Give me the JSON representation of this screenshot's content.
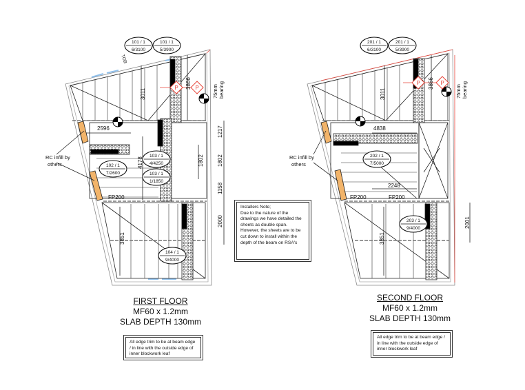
{
  "colors": {
    "line": "#222222",
    "orange": "#f2b46a",
    "red": "#e8453a",
    "blue": "#8fc0ec",
    "black": "#000000"
  },
  "first_floor": {
    "title": "FIRST FLOOR",
    "spec": "MF60 x 1.2mm",
    "slab": "SLAB DEPTH 130mm",
    "edge_note": "All edge trim to be at beam edge / in line with the outside edge of inner blockwork leaf",
    "callouts": [
      {
        "top": "101 / 1",
        "bottom": "6/3100"
      },
      {
        "top": "101 / 1",
        "bottom": "5/3900"
      },
      {
        "top": "102 / 1",
        "bottom": "7/2600"
      },
      {
        "top": "103 / 1",
        "bottom": "4/4250"
      },
      {
        "top": "103 / 1",
        "bottom": "1/1850"
      },
      {
        "top": "104 / 1",
        "bottom": "9/4000"
      }
    ],
    "dims": {
      "d3011": "3011",
      "d3866": "3866",
      "d2596": "2596",
      "d1217": "1217",
      "d1802a": "1802",
      "d1802b": "1802",
      "d1158": "1158",
      "d2000": "2000",
      "d4178": "4178",
      "d3851": "3851"
    },
    "tob": "TOB",
    "fp": "FP200",
    "bearing1": "75mm",
    "bearing2": "bearing",
    "rc1": "RC infill by",
    "rc2": "others",
    "fire": "P"
  },
  "second_floor": {
    "title": "SECOND FLOOR",
    "spec": "MF60 x 1.2mm",
    "slab": "SLAB DEPTH 130mm",
    "edge_note": "All edge trim to be at beam edge / in line with the outside edge of inner blockwork leaf",
    "callouts": [
      {
        "top": "201 / 1",
        "bottom": "6/3100"
      },
      {
        "top": "201 / 1",
        "bottom": "5/3900"
      },
      {
        "top": "202 / 1",
        "bottom": "7/5000"
      },
      {
        "top": "203 / 1",
        "bottom": "9/4000"
      }
    ],
    "dims": {
      "d3011": "3011",
      "d3866": "3866",
      "d4838": "4838",
      "d2248": "2248",
      "d2001": "2001",
      "d3851": "3851"
    },
    "fp1": "FP200",
    "fp2": "FP200",
    "bearing1": "75mm",
    "bearing2": "bearing",
    "rc1": "RC infill by",
    "rc2": "others",
    "fire": "P"
  },
  "installers_note": {
    "heading": "Installers Note;",
    "body": "Due to the nature of the drawings we have detailed the sheets as double span. However, the sheets are to be cut down to install within the depth of the beam on RSA's"
  }
}
